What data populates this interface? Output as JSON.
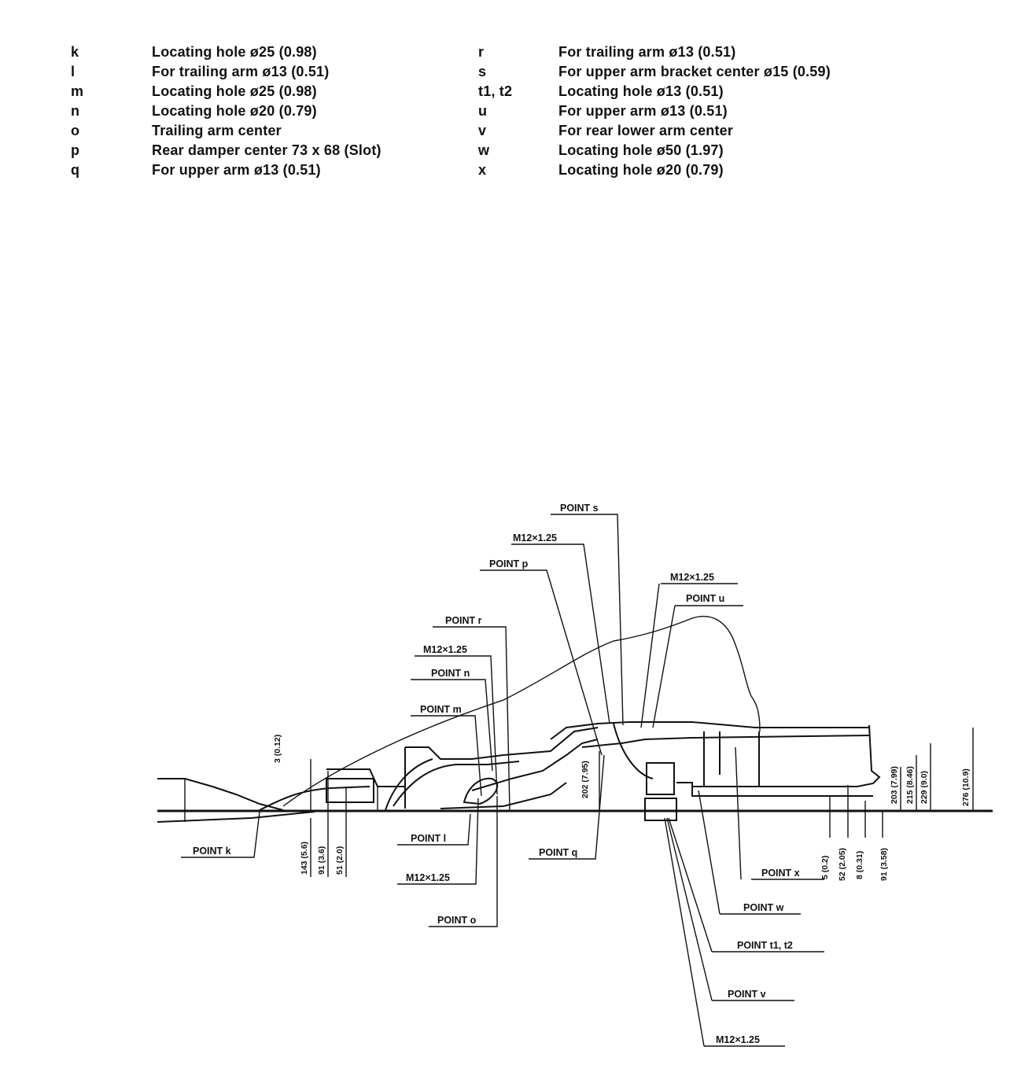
{
  "legend": {
    "left": [
      {
        "key": "k",
        "desc": "Locating hole ø25 (0.98)"
      },
      {
        "key": "l",
        "desc": "For trailing arm ø13 (0.51)"
      },
      {
        "key": "m",
        "desc": "Locating hole ø25 (0.98)"
      },
      {
        "key": "n",
        "desc": "Locating hole ø20 (0.79)"
      },
      {
        "key": "o",
        "desc": "Trailing arm center"
      },
      {
        "key": "p",
        "desc": "Rear damper center 73 x 68 (Slot)"
      },
      {
        "key": "q",
        "desc": "For upper arm ø13 (0.51)"
      }
    ],
    "right": [
      {
        "key": "r",
        "desc": "For trailing arm ø13 (0.51)"
      },
      {
        "key": "s",
        "desc": "For upper arm bracket center ø15 (0.59)"
      },
      {
        "key": "t1, t2",
        "desc": "Locating hole ø13 (0.51)"
      },
      {
        "key": "u",
        "desc": "For upper arm ø13 (0.51)"
      },
      {
        "key": "v",
        "desc": "For rear lower arm center"
      },
      {
        "key": "w",
        "desc": "Locating hole ø50 (1.97)"
      },
      {
        "key": "x",
        "desc": "Locating hole ø20 (0.79)"
      }
    ]
  },
  "diagram": {
    "callouts": {
      "point_s": "POINT s",
      "m12_a": "M12×1.25",
      "point_p": "POINT p",
      "m12_b": "M12×1.25",
      "point_u": "POINT u",
      "point_r": "POINT r",
      "m12_c": "M12×1.25",
      "point_n": "POINT n",
      "point_m": "POINT m",
      "point_k": "POINT k",
      "point_l": "POINT l",
      "m12_d": "M12×1.25",
      "point_o": "POINT o",
      "point_q": "POINT q",
      "point_x": "POINT x",
      "point_w": "POINT w",
      "point_t": "POINT t1, t2",
      "point_v": "POINT v",
      "m12_e": "M12×1.25"
    },
    "dimensions": {
      "d3": "3 (0.12)",
      "d143": "143 (5.6)",
      "d91a": "91 (3.6)",
      "d51": "51 (2.0)",
      "d202": "202 (7.95)",
      "d203": "203 (7.99)",
      "d215": "215 (8.46)",
      "d229": "229 (9.0)",
      "d276": "276 (10.9)",
      "d5": "5 (0.2)",
      "d52": "52 (2.05)",
      "d8": "8 (0.31)",
      "d91b": "91 (3.58)"
    }
  }
}
